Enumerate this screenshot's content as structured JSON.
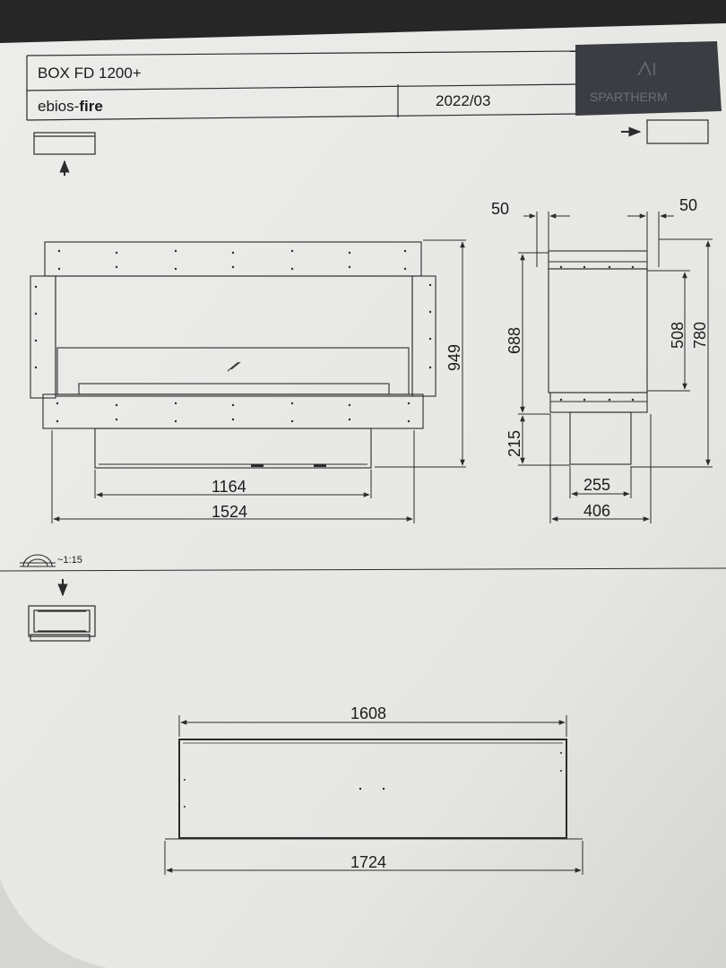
{
  "header": {
    "model": "BOX FD 1200+",
    "series_plain": "ebios-",
    "series_bold": "fire",
    "date": "2022/03",
    "brand": "SPARTHERM"
  },
  "scale": "~1:15",
  "dimensions": {
    "front_width_inner": "1164",
    "front_width_total": "1524",
    "front_height": "949",
    "side_offset_left": "50",
    "side_offset_right": "50",
    "side_height_main": "688",
    "side_height_base": "215",
    "side_height_inner": "508",
    "side_height_total": "780",
    "side_depth_base": "255",
    "side_depth_total": "406",
    "top_width_inner": "1608",
    "top_width_total": "1724"
  },
  "colors": {
    "paper": "#e9e9e6",
    "line": "#2b2b2b",
    "logo_bg": "#3a3d42"
  }
}
